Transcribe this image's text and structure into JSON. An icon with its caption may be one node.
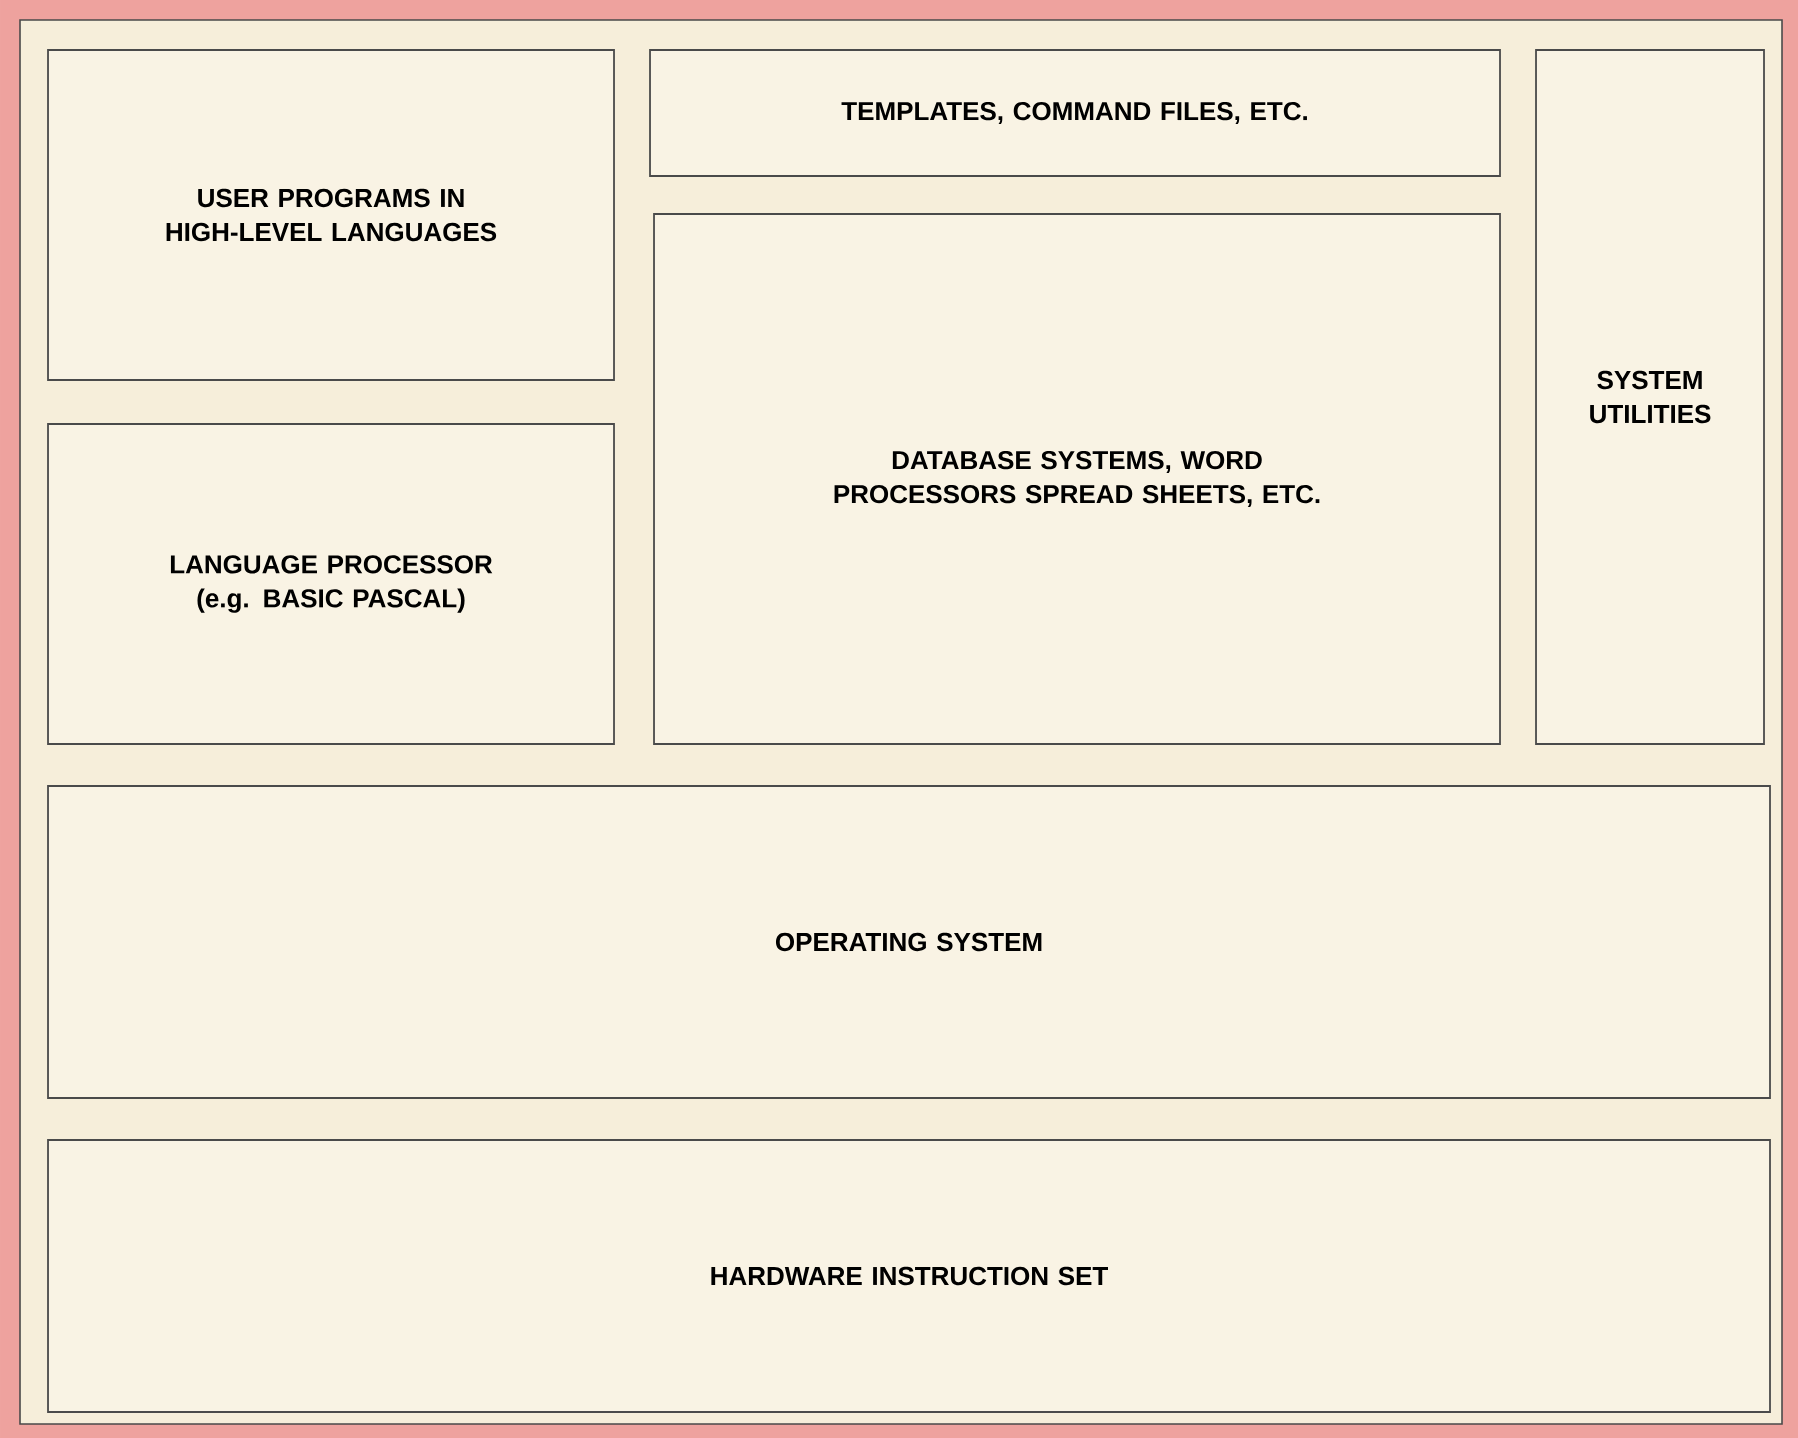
{
  "diagram": {
    "nodes": [
      {
        "text": [
          "USER PROGRAMS IN HIGH-LEVEL LANGUAGES"
        ]
      },
      {
        "text": [
          "TEMPLATES, COMMAND FILES, ETC."
        ]
      },
      {
        "text": [
          "SYSTEM UTILITIES"
        ]
      },
      {
        "text": [
          "DATABASE SYSTEMS, WORD PROCESSORS SPREAD SHEETS, ETC."
        ]
      },
      {
        "text": [
          "LANGUAGE PROCESSOR (e.g. BASIC PASCAL)"
        ]
      },
      {
        "text": [
          "OPERATING SYSTEM"
        ]
      },
      {
        "text": [
          "HARDWARE INSTRUCTION SET"
        ]
      }
    ]
  }
}
